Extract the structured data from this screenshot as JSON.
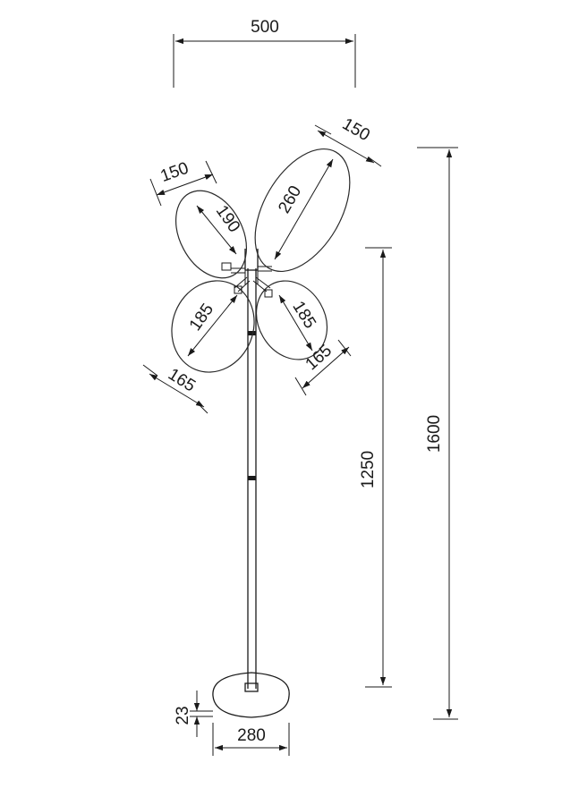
{
  "dimensions": {
    "total_width": "500",
    "total_height": "1600",
    "arm_height": "1250",
    "base_diameter": "280",
    "base_height": "23",
    "shade_top_right_length": "260",
    "shade_top_right_width": "150",
    "shade_top_left_length": "190",
    "shade_top_left_width": "150",
    "shade_bottom_left_length": "185",
    "shade_bottom_left_width": "165",
    "shade_bottom_right_length": "185",
    "shade_bottom_right_width": "165"
  }
}
